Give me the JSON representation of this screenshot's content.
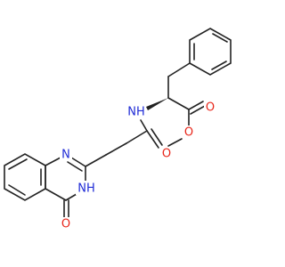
{
  "atoms": {
    "o_ester_carbonyl": "O",
    "o_ester_ether": "O",
    "nh_amide": "NH",
    "o_amide": "O",
    "n_quinazoline": "N",
    "nh_quinazoline": "NH",
    "o_quinazolinone": "O"
  },
  "colors": {
    "bond": "#222222",
    "oxygen": "#e8261a",
    "nitrogen": "#1f2bd6"
  },
  "molecule": {
    "stereo_bond": "wedge"
  }
}
